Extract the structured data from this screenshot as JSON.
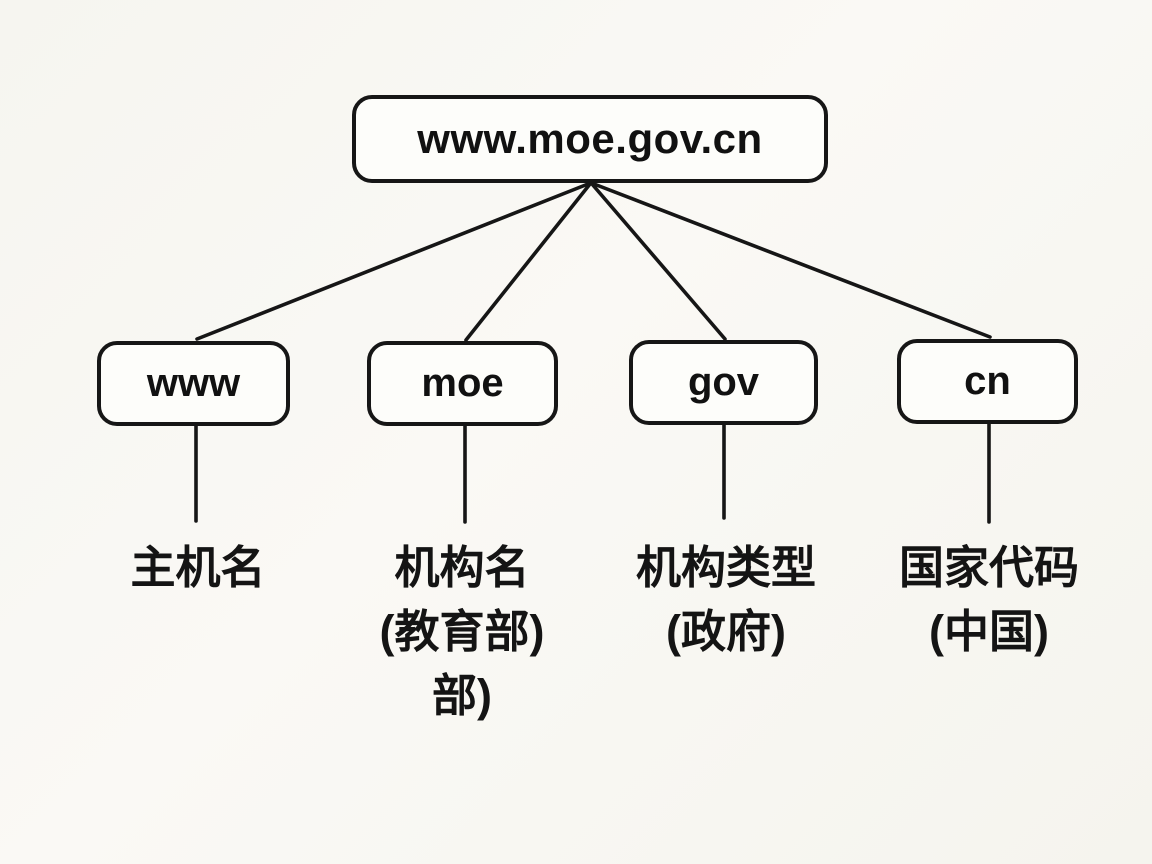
{
  "colors": {
    "background": "#f7f6f1",
    "ink": "#161616",
    "node_fill": "#fdfdfa"
  },
  "diagram": {
    "title_semantic": "domain-name-structure",
    "root": {
      "label": "www.moe.gov.cn"
    },
    "children": [
      {
        "label": "www",
        "description_lines": [
          "主机名"
        ]
      },
      {
        "label": "moe",
        "description_lines": [
          "机构名",
          "(教育部)",
          "部)"
        ]
      },
      {
        "label": "gov",
        "description_lines": [
          "机构类型",
          "(政府)"
        ]
      },
      {
        "label": "cn",
        "description_lines": [
          "国家代码",
          "(中国)"
        ]
      }
    ]
  }
}
